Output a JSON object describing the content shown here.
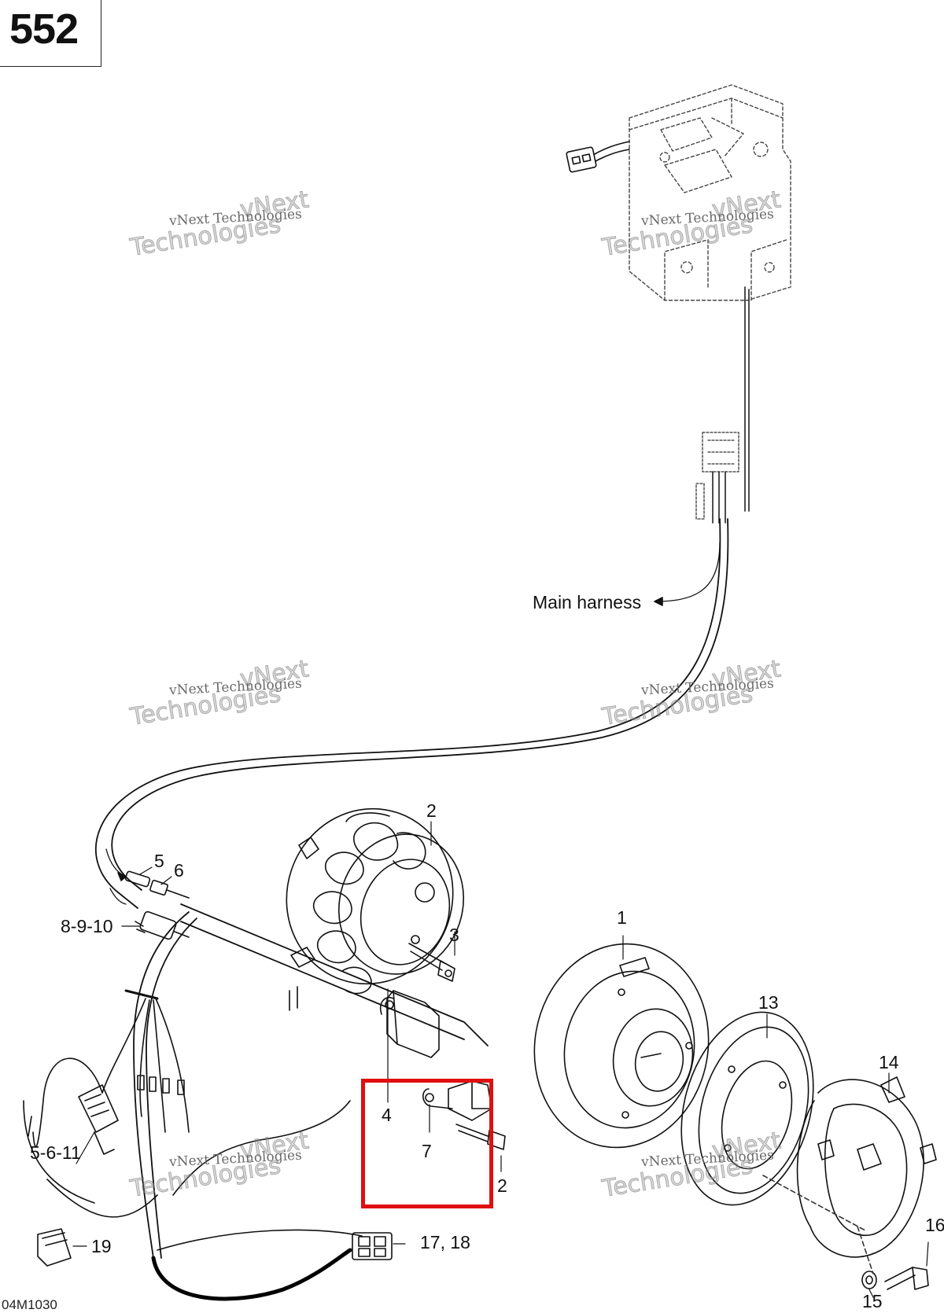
{
  "page_number": "552",
  "figure_code": "04M1030",
  "watermark": {
    "small": "vNext Technologies",
    "big_line1": "vNext",
    "big_line2": "Technologies"
  },
  "callouts": {
    "main_harness": "Main harness",
    "c1": "1",
    "c2_stator": "2",
    "c2_bolt": "2",
    "c3": "3",
    "c4": "4",
    "c5": "5",
    "c6": "6",
    "c7": "7",
    "c8_9_10": "8-9-10",
    "c5_6_11": "5-6-11",
    "c13": "13",
    "c14": "14",
    "c15": "15",
    "c16": "16",
    "c17_18": "17, 18",
    "c19": "19"
  },
  "colors": {
    "line": "#111111",
    "highlight": "#e01010"
  }
}
